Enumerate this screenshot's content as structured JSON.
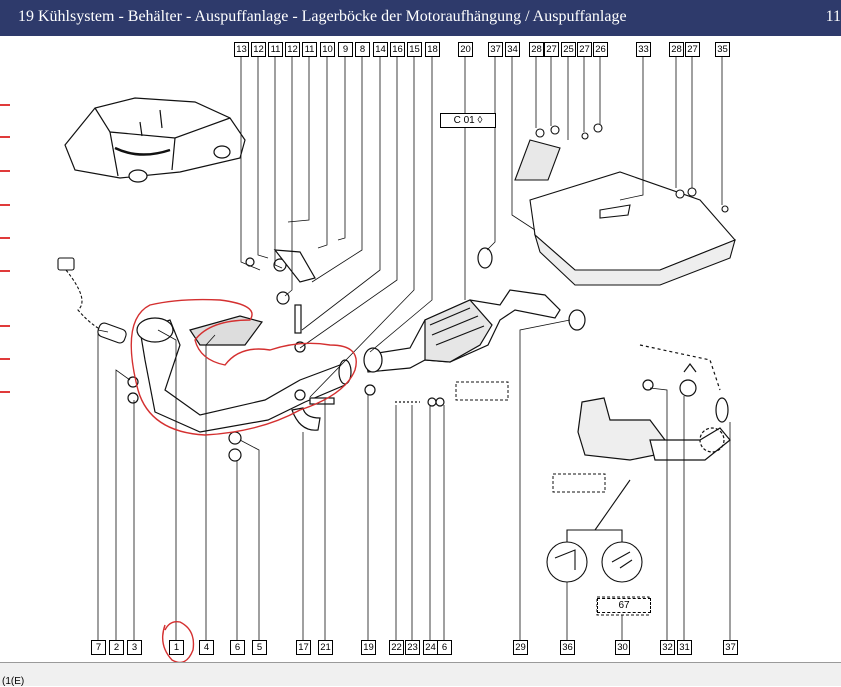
{
  "title": {
    "text": "19 Kühlsystem - Behälter - Auspuffanlage - Lagerböcke der Motoraufhängung / Auspuffanlage",
    "page": "11"
  },
  "status": {
    "text": "(1(E)"
  },
  "diagram": {
    "ref_box": "C 01",
    "ref_67": "67",
    "top_labels": [
      "13",
      "12",
      "11",
      "12",
      "11",
      "10",
      "9",
      "8",
      "14",
      "16",
      "15",
      "18",
      "20",
      "37",
      "34",
      "28",
      "27",
      "25",
      "27",
      "26",
      "33",
      "28",
      "27",
      "35"
    ],
    "bottom_labels": [
      "7",
      "2",
      "3",
      "1",
      "4",
      "6",
      "5",
      "17",
      "21",
      "19",
      "22",
      "23",
      "24",
      "6",
      "29",
      "36",
      "30",
      "32",
      "31",
      "37"
    ]
  },
  "colors": {
    "titlebar": "#2e3a6b",
    "annotation": "#d43030"
  }
}
